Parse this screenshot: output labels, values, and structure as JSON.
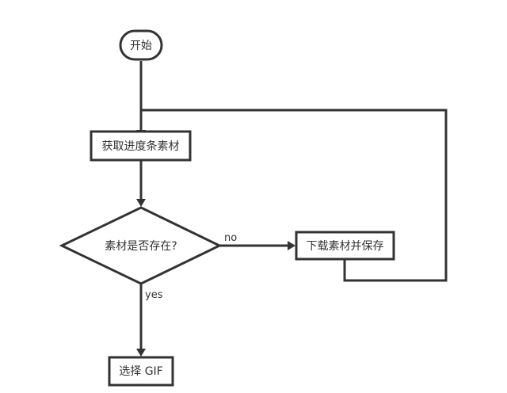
{
  "flowchart": {
    "nodes": {
      "start": "开始",
      "get_material": "获取进度条素材",
      "decision": "素材是否存在?",
      "download": "下载素材并保存",
      "select_gif": "选择 GIF"
    },
    "edges": {
      "no_label": "no",
      "yes_label": "yes"
    }
  },
  "colors": {
    "stroke": "#333333",
    "background": "#ffffff"
  }
}
